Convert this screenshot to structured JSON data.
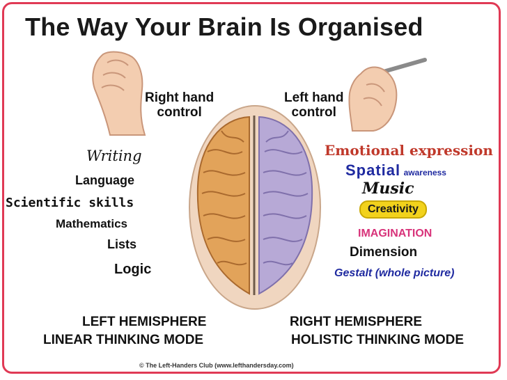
{
  "title": "The Way Your Brain Is Organised",
  "right_hand_control": [
    "Right hand",
    "control"
  ],
  "left_hand_control": [
    "Left hand",
    "control"
  ],
  "left_functions": [
    "Writing",
    "Language",
    "Scientific skills",
    "Mathematics",
    "Lists",
    "Logic"
  ],
  "right_functions": [
    "Emotional expression",
    "Spatial",
    "awareness",
    "Music",
    "Creativity",
    "IMAGINATION",
    "Dimension",
    "Gestalt (whole picture)"
  ],
  "left_hemisphere": "LEFT HEMISPHERE",
  "left_mode": "LINEAR THINKING MODE",
  "right_hemisphere": "RIGHT HEMISPHERE",
  "right_mode": "HOLISTIC THINKING MODE",
  "copyright": "© The Left-Handers Club (www.lefthandersday.com)",
  "colors": {
    "border": "#e03a55",
    "emotional": "#c0392b",
    "spatial": "#1f2aa0",
    "creativity_bg": "#f2d21c",
    "imagination": "#d8337a",
    "gestalt": "#1f2aa0"
  }
}
